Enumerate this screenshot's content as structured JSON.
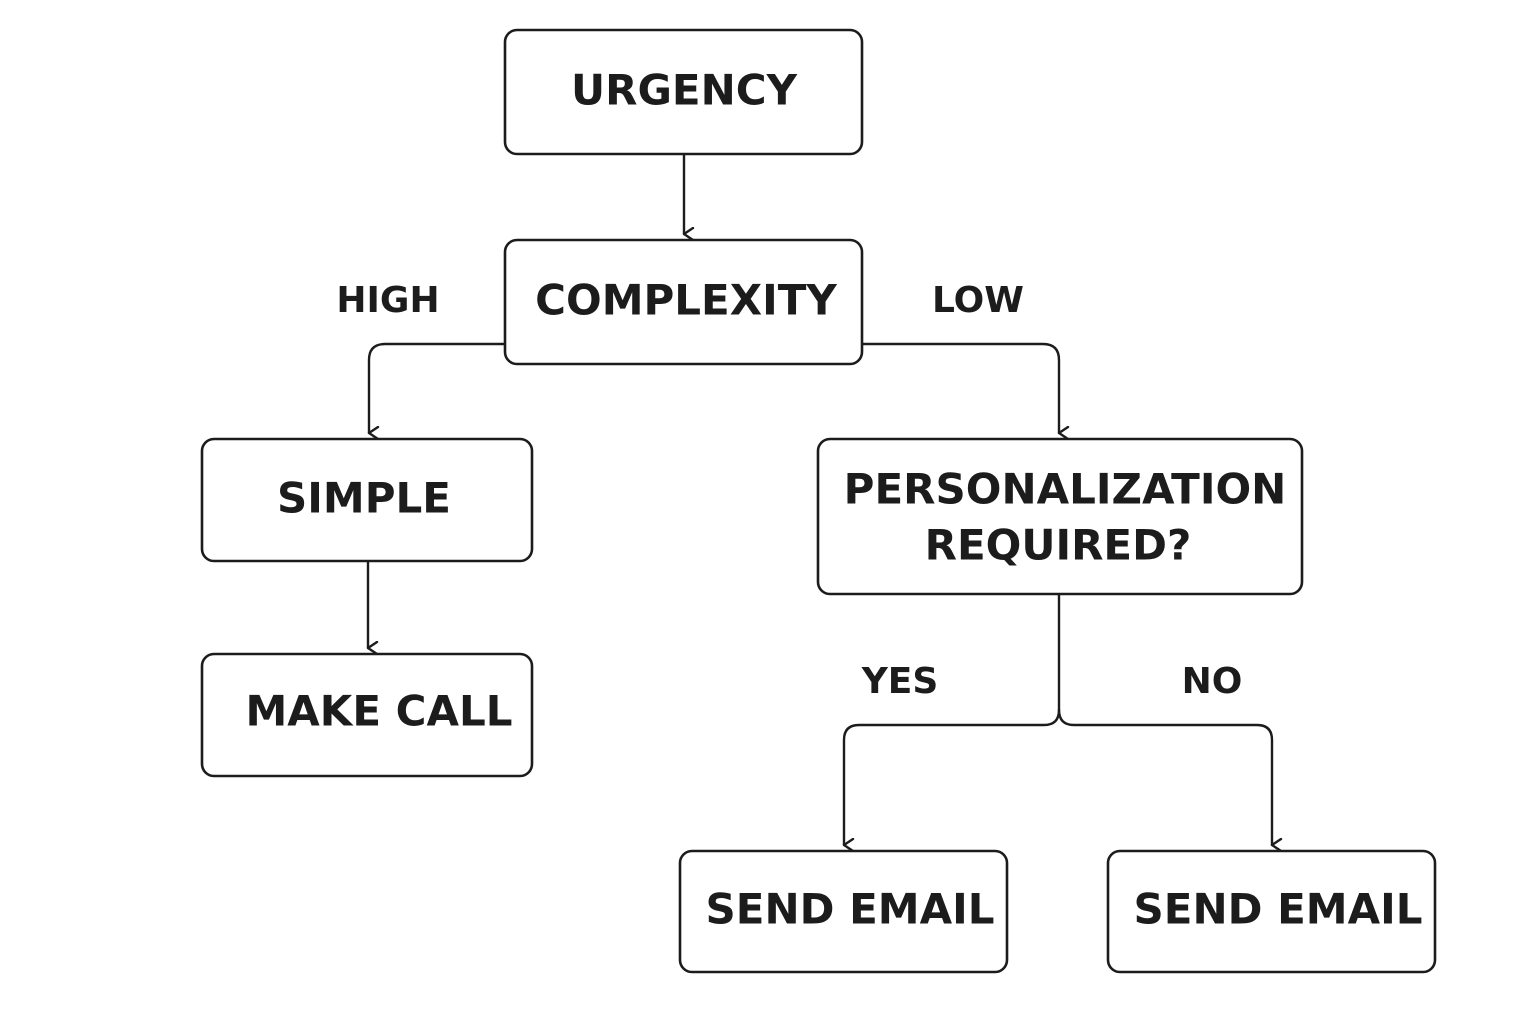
{
  "nodes": {
    "urgency": "URGENCY",
    "complexity": "COMPLEXITY",
    "simple": "SIMPLE",
    "make_call": "MAKE CALL",
    "personalization_line1": "PERSONALIZATION",
    "personalization_line2": "REQUIRED?",
    "send_email_yes": "SEND EMAIL",
    "send_email_no": "SEND EMAIL"
  },
  "edges": {
    "high": "HIGH",
    "low": "LOW",
    "yes": "YES",
    "no": "NO"
  }
}
